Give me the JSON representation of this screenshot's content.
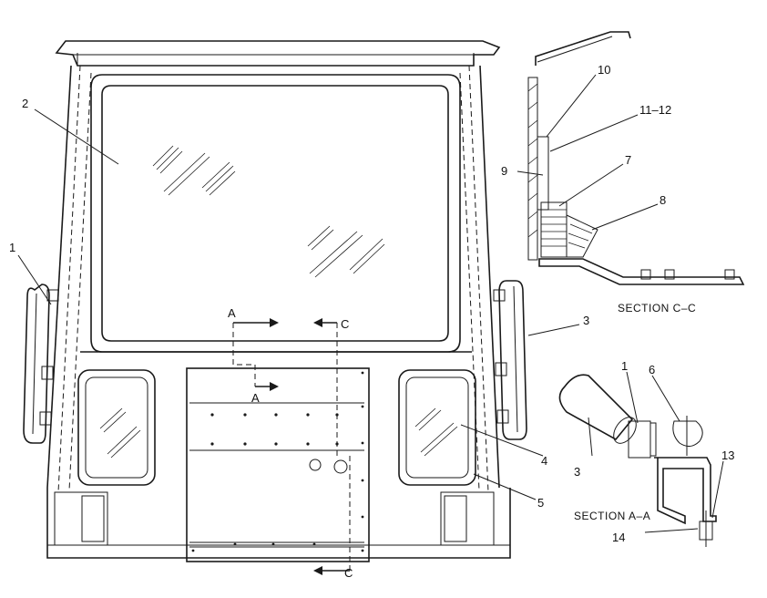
{
  "callouts": [
    {
      "id": "c1",
      "text": "1"
    },
    {
      "id": "c2",
      "text": "2"
    },
    {
      "id": "c3",
      "text": "3"
    },
    {
      "id": "c4",
      "text": "4"
    },
    {
      "id": "c5",
      "text": "5"
    },
    {
      "id": "c6",
      "text": "6"
    },
    {
      "id": "c7",
      "text": "7"
    },
    {
      "id": "c8",
      "text": "8"
    },
    {
      "id": "c9",
      "text": "9"
    },
    {
      "id": "c10",
      "text": "10"
    },
    {
      "id": "c11_12",
      "text": "11–12"
    },
    {
      "id": "c13",
      "text": "13"
    },
    {
      "id": "c14",
      "text": "14"
    },
    {
      "id": "c1b",
      "text": "1"
    },
    {
      "id": "c3b",
      "text": "3"
    }
  ],
  "section_marks": {
    "a_top": "A",
    "a_low": "A",
    "c_top": "C",
    "c_bottom": "C"
  },
  "sections": {
    "cc_title": "SECTION C–C",
    "aa_title": "SECTION A–A"
  }
}
